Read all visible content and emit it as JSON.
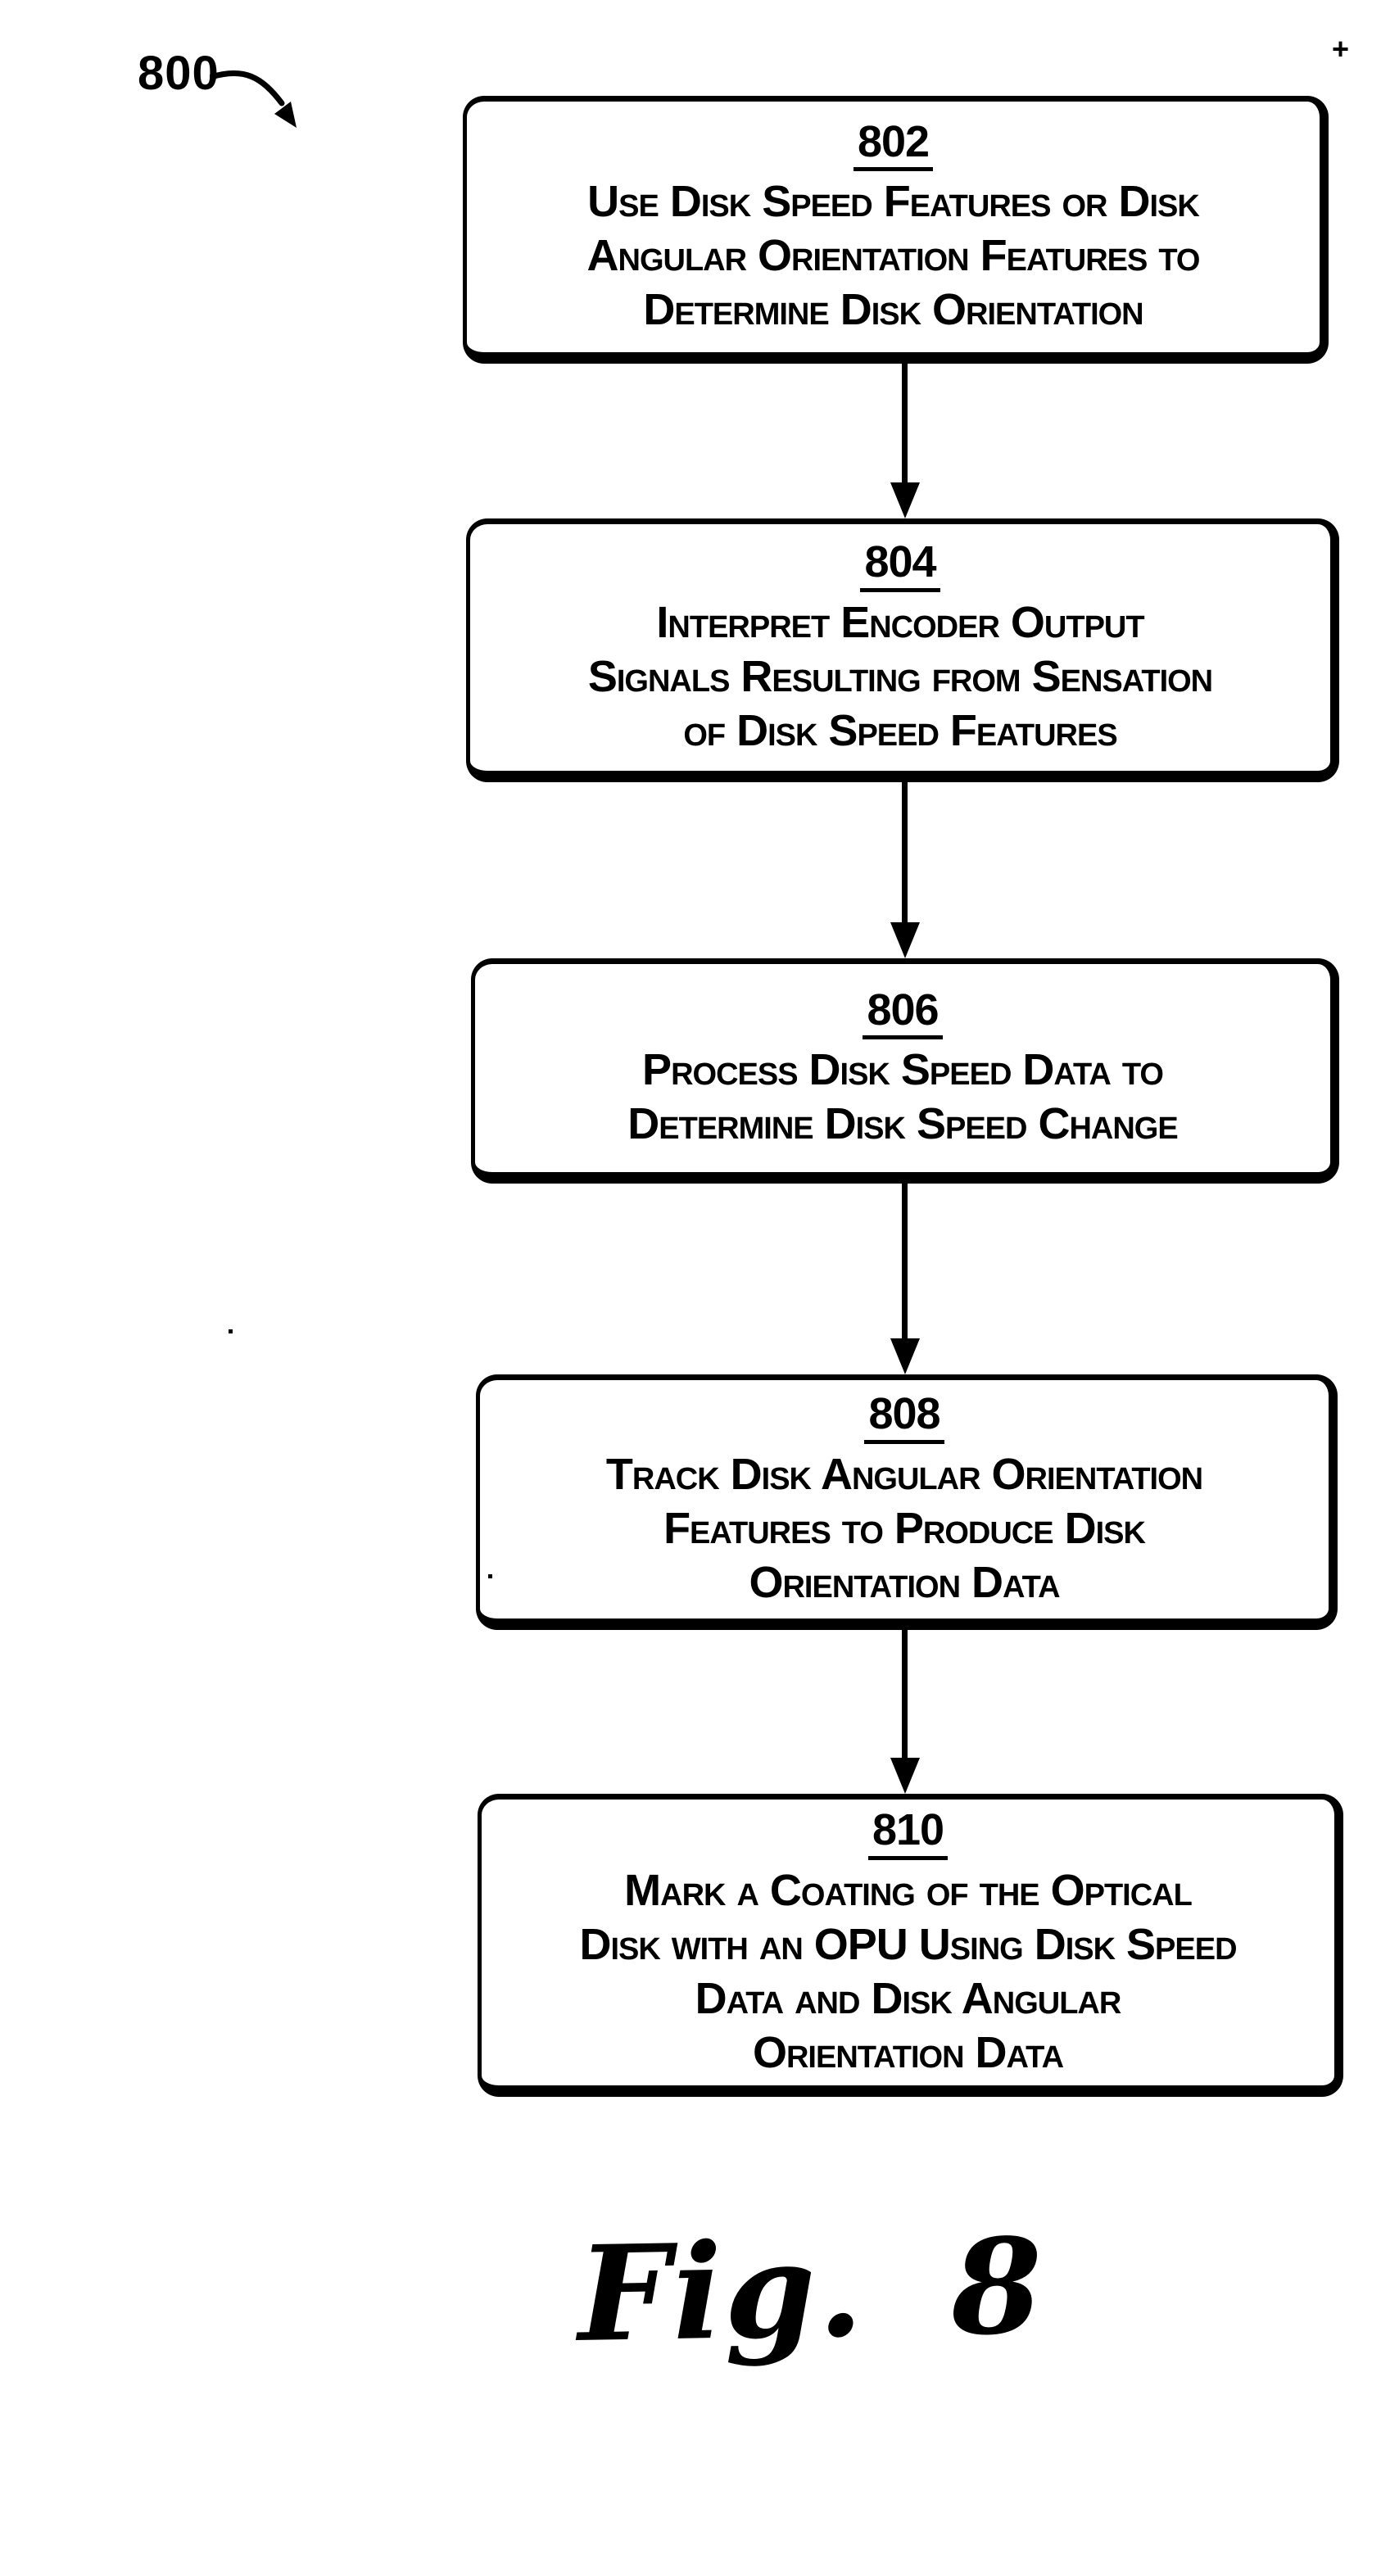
{
  "figure": {
    "reference_label": "800",
    "caption": "Fig. 8",
    "steps": [
      {
        "number": "802",
        "lines": [
          "Use Disk Speed Features or Disk",
          "Angular Orientation Features to",
          "Determine Disk Orientation"
        ]
      },
      {
        "number": "804",
        "lines": [
          "Interpret Encoder Output",
          "Signals Resulting from Sensation",
          "of Disk Speed Features"
        ]
      },
      {
        "number": "806",
        "lines": [
          "Process Disk Speed Data to",
          "Determine Disk Speed Change"
        ]
      },
      {
        "number": "808",
        "lines": [
          "Track Disk Angular Orientation",
          "Features to Produce Disk",
          "Orientation Data"
        ]
      },
      {
        "number": "810",
        "lines": [
          "Mark a Coating of the Optical",
          "Disk with an OPU Using Disk Speed",
          "Data and Disk Angular",
          "Orientation Data"
        ]
      }
    ],
    "artifacts": {
      "registration_mark": "+"
    }
  },
  "colors": {
    "ink": "#000000",
    "paper": "#ffffff"
  }
}
